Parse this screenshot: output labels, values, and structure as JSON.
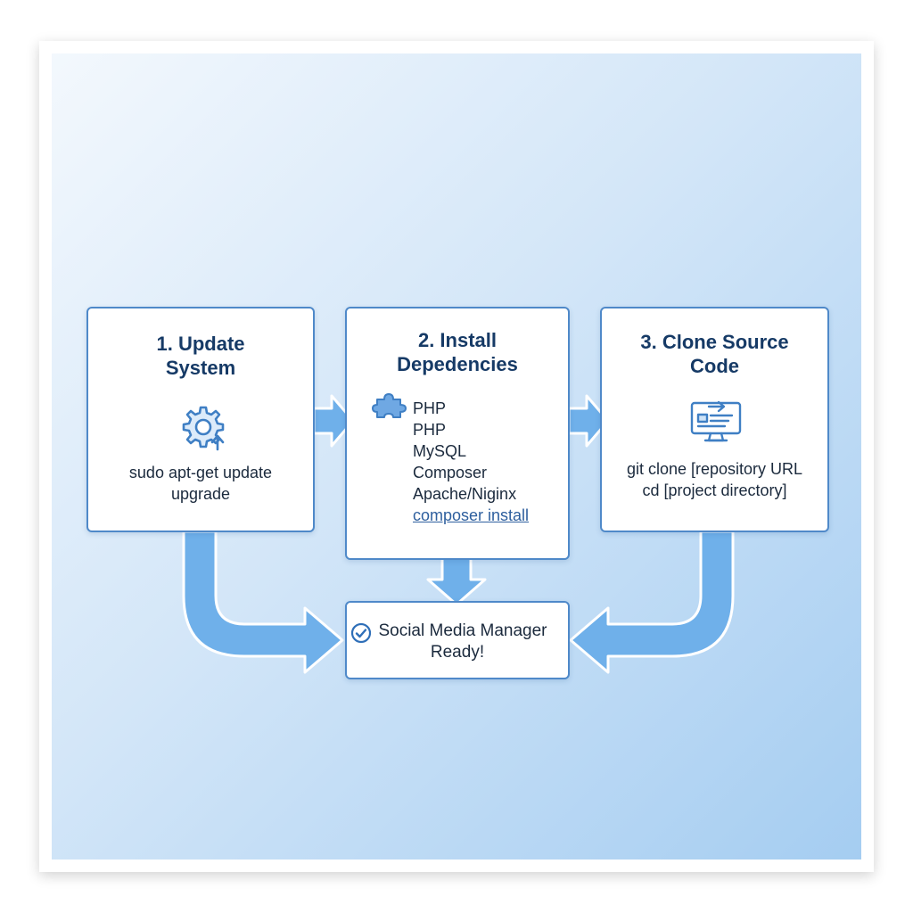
{
  "step1": {
    "title_line1": "1. Update",
    "title_line2": "System",
    "command_line1": "sudo apt-get update",
    "command_line2": "upgrade",
    "icon": "gear-upload-icon"
  },
  "step2": {
    "title_line1": "2. Install",
    "title_line2": "Depedencies",
    "icon": "puzzle-icon",
    "items": [
      "PHP",
      "PHP",
      "MySQL",
      "Composer",
      "Apache/Niginx"
    ],
    "command": "composer install"
  },
  "step3": {
    "title_line1": "3. Clone Source",
    "title_line2": "Code",
    "icon": "monitor-code-icon",
    "command_line1": "git clone [repository URL",
    "command_line2": "cd [project directory]"
  },
  "result": {
    "icon": "check-circle-icon",
    "line1": "Social Media Manager",
    "line2": "Ready!"
  },
  "colors": {
    "box_border": "#4f89c9",
    "arrow_fill": "#6fb0ea",
    "title_text": "#163a66",
    "icon_stroke": "#3f7fc4"
  }
}
